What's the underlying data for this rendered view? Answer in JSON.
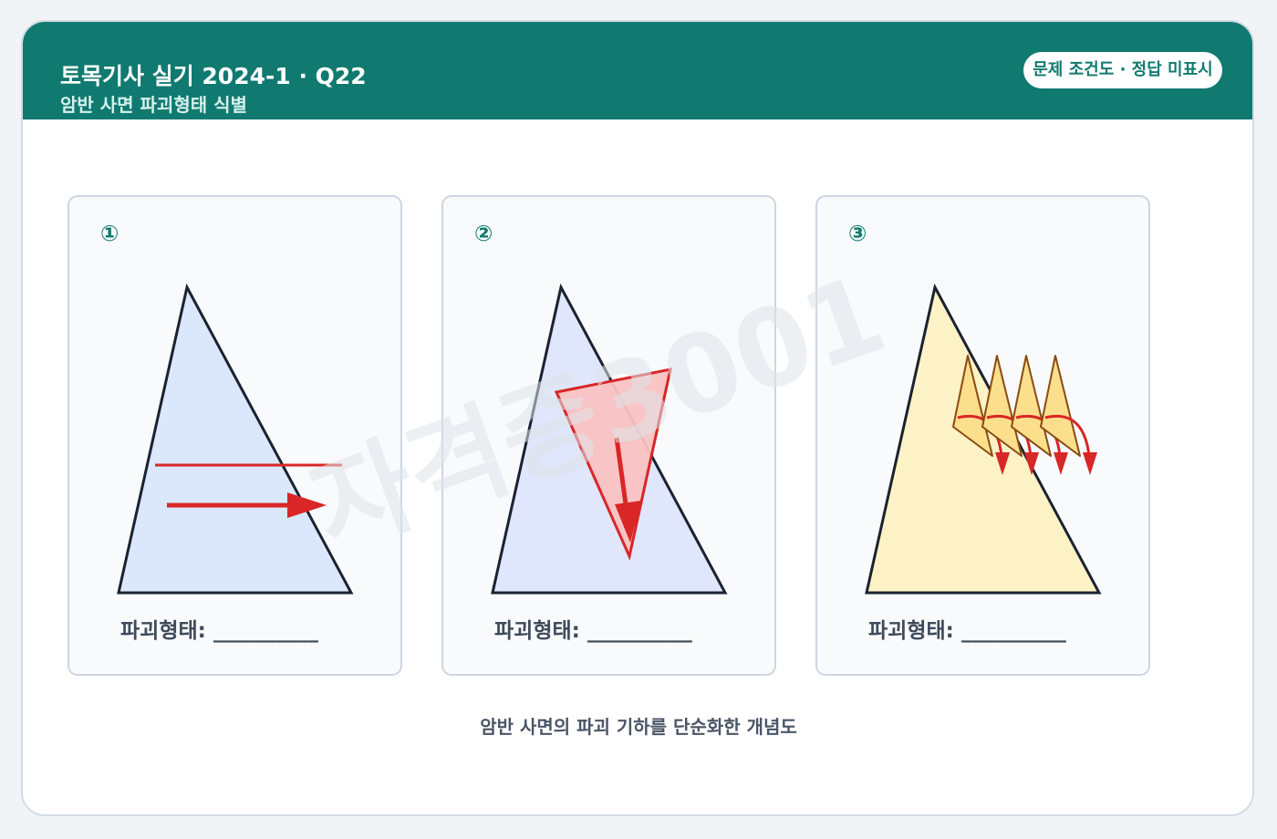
{
  "header": {
    "title": "토목기사 실기 2024-1 · Q22",
    "subtitle": "암반 사면 파괴형태 식별",
    "badge": "문제 조건도 · 정답 미표시"
  },
  "panels": [
    {
      "number": "①",
      "label": "파괴형태: __________",
      "slope_color": "#dbe8fb",
      "failure": "plane-slide"
    },
    {
      "number": "②",
      "label": "파괴형태: __________",
      "slope_color": "#e0e6fb",
      "wedge_color": "#f9c2c2",
      "failure": "wedge-slide"
    },
    {
      "number": "③",
      "label": "파괴형태: __________",
      "slope_color": "#fdf2c6",
      "block_color": "#fbdf8c",
      "failure": "toppling"
    }
  ],
  "caption": "암반 사면의 파괴 기하를 단순화한 개념도",
  "watermark": "자격증3001",
  "colors": {
    "header": "#107a70",
    "arrow": "#d92626",
    "outline": "#1b2230",
    "block_outline": "#8a4b12"
  }
}
